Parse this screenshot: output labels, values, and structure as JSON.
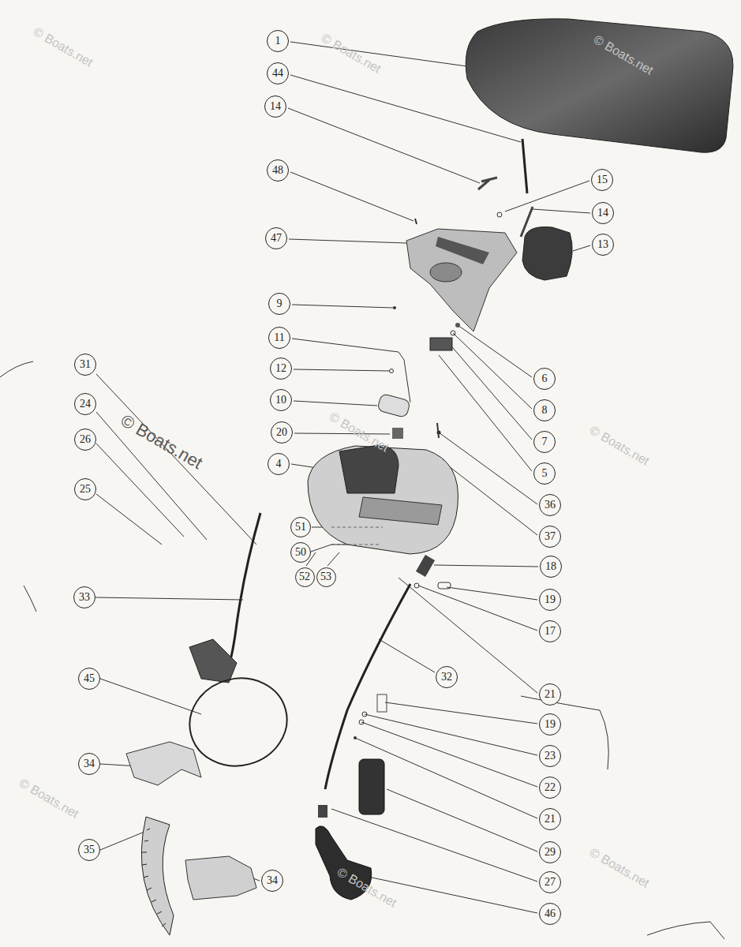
{
  "diagram": {
    "nodes": [
      {
        "text": [
          "1"
        ]
      },
      {
        "text": [
          "44"
        ]
      },
      {
        "text": [
          "14"
        ]
      },
      {
        "text": [
          "48"
        ]
      },
      {
        "text": [
          "15"
        ]
      },
      {
        "text": [
          "14"
        ]
      },
      {
        "text": [
          "47"
        ]
      },
      {
        "text": [
          "13"
        ]
      },
      {
        "text": [
          "9"
        ]
      },
      {
        "text": [
          "11"
        ]
      },
      {
        "text": [
          "31"
        ]
      },
      {
        "text": [
          "12"
        ]
      },
      {
        "text": [
          "6"
        ]
      },
      {
        "text": [
          "10"
        ]
      },
      {
        "text": [
          "24"
        ]
      },
      {
        "text": [
          "8"
        ]
      },
      {
        "text": [
          "20"
        ]
      },
      {
        "text": [
          "26"
        ]
      },
      {
        "text": [
          "7"
        ]
      },
      {
        "text": [
          "4"
        ]
      },
      {
        "text": [
          "5"
        ]
      },
      {
        "text": [
          "25"
        ]
      },
      {
        "text": [
          "36"
        ]
      },
      {
        "text": [
          "51"
        ]
      },
      {
        "text": [
          "37"
        ]
      },
      {
        "text": [
          "50"
        ]
      },
      {
        "text": [
          "18"
        ]
      },
      {
        "text": [
          "52"
        ]
      },
      {
        "text": [
          "53"
        ]
      },
      {
        "text": [
          "33"
        ]
      },
      {
        "text": [
          "19"
        ]
      },
      {
        "text": [
          "17"
        ]
      },
      {
        "text": [
          "32"
        ]
      },
      {
        "text": [
          "45"
        ]
      },
      {
        "text": [
          "21"
        ]
      },
      {
        "text": [
          "19"
        ]
      },
      {
        "text": [
          "23"
        ]
      },
      {
        "text": [
          "34"
        ]
      },
      {
        "text": [
          "22"
        ]
      },
      {
        "text": [
          "21"
        ]
      },
      {
        "text": [
          "35"
        ]
      },
      {
        "text": [
          "29"
        ]
      },
      {
        "text": [
          "34"
        ]
      },
      {
        "text": [
          "27"
        ]
      },
      {
        "text": [
          "46"
        ]
      }
    ],
    "labels": [
      "© Boats.net",
      "© Boats.net",
      "© Boats.net",
      "© Boats.net",
      "© Boats.net",
      "© Boats.net",
      "© Boats.net",
      "© Boats.net",
      "© Boats.net"
    ]
  }
}
